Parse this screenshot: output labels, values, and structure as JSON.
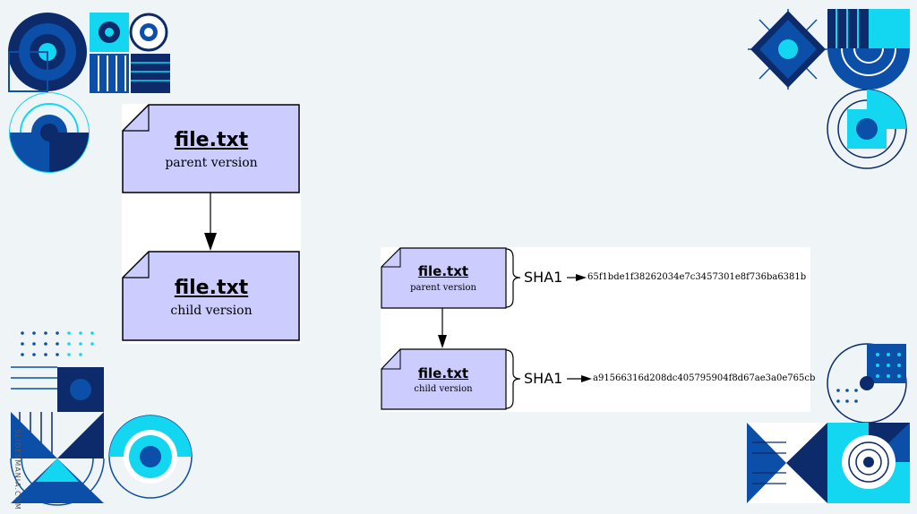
{
  "colors": {
    "background": "#eff4f6",
    "doc_fill": "#ccccff",
    "navy": "#0d2b6b",
    "blue": "#0b4fa8",
    "cyan": "#13d6f0"
  },
  "diagram_left": {
    "parent": {
      "title": "file.txt",
      "subtitle": "parent version"
    },
    "child": {
      "title": "file.txt",
      "subtitle": "child version"
    }
  },
  "diagram_right": {
    "parent": {
      "title": "file.txt",
      "subtitle": "parent version",
      "sha_label": "SHA1",
      "hash": "65f1bde1f38262034e7c3457301e8f736ba6381b"
    },
    "child": {
      "title": "file.txt",
      "subtitle": "child version",
      "sha_label": "SHA1",
      "hash": "a91566316d208dc405795904f8d67ae3a0e765cb"
    }
  },
  "watermark": "SLIDESMANIA.COM",
  "icons": [
    "circle-pattern-icon",
    "diamond-icon",
    "triangle-pattern-icon",
    "dot-grid-icon"
  ]
}
